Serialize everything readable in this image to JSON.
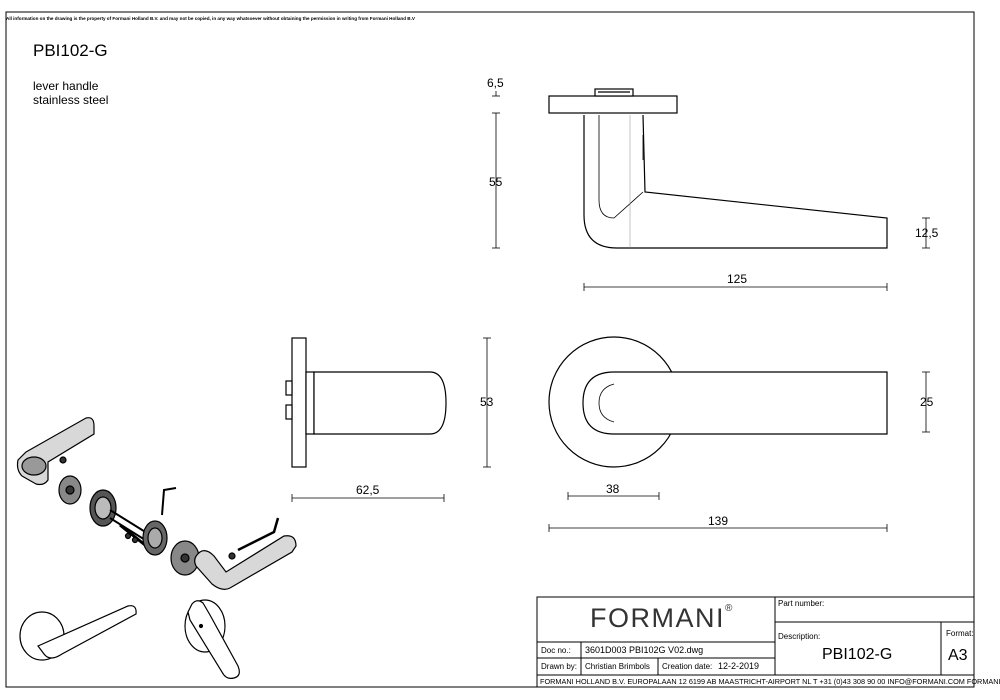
{
  "notice": "All information on the drawing is the property of Formani Holland B.V. and may not be copied, in any way whatsoever without obtaining the permission in writing from Formani Holland B.V",
  "header": {
    "code": "PBI102-G",
    "desc_line1": "lever handle",
    "desc_line2": "stainless steel"
  },
  "dimensions": {
    "rose_thickness": "6,5",
    "height": "55",
    "lever_thickness": "12,5",
    "length": "125",
    "side_height": "53",
    "projection": "62,5",
    "lever_width": "25",
    "rose_radius": "38",
    "overall_length": "139"
  },
  "title_block": {
    "brand": "FORMANI",
    "registered": "®",
    "part_number_label": "Part number:",
    "description_label": "Description:",
    "description_value": "PBI102-G",
    "format_label": "Format:",
    "format_value": "A3",
    "doc_no_label": "Doc no.:",
    "doc_no_value": "3601D003 PBI102G V02.dwg",
    "drawn_by_label": "Drawn by:",
    "drawn_by_value": "Christian Brimbols",
    "creation_date_label": "Creation date:",
    "creation_date_value": "12-2-2019",
    "footer": "FORMANI HOLLAND B.V.  EUROPALAAN 12  6199 AB MAASTRICHT-AIRPORT NL  T +31 (0)43 308 90 00 INFO@FORMANI.COM FORMANI.COM"
  }
}
